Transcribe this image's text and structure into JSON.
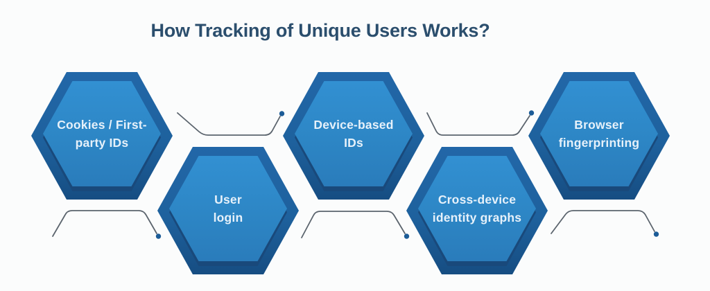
{
  "title": "How Tracking of Unique Users Works?",
  "hexagons": [
    {
      "name": "cookies-first-party-ids",
      "label": "Cookies / First-party IDs",
      "lines": [
        "Cookies / First-",
        "party IDs"
      ],
      "row": "top"
    },
    {
      "name": "user-login",
      "label": "User login",
      "lines": [
        "User",
        "login"
      ],
      "row": "bottom"
    },
    {
      "name": "device-based-ids",
      "label": "Device-based IDs",
      "lines": [
        "Device-based",
        "IDs"
      ],
      "row": "top"
    },
    {
      "name": "cross-device-identity-graphs",
      "label": "Cross-device identity graphs",
      "lines": [
        "Cross-device",
        "identity graphs"
      ],
      "row": "bottom"
    },
    {
      "name": "browser-fingerprinting",
      "label": "Browser fingerprinting",
      "lines": [
        "Browser",
        "fingerprinting"
      ],
      "row": "top"
    }
  ],
  "connectors": [
    {
      "between": [
        "Cookies / First-party IDs",
        "Device-based IDs"
      ],
      "shape": "valley",
      "dot_end": "right"
    },
    {
      "between": [
        "Cookies / First-party IDs",
        "User login"
      ],
      "shape": "hill",
      "dot_end": "right"
    },
    {
      "between": [
        "User login",
        "Cross-device identity graphs"
      ],
      "shape": "hill",
      "dot_end": "right"
    },
    {
      "between": [
        "Device-based IDs",
        "Browser fingerprinting"
      ],
      "shape": "valley",
      "dot_end": "right"
    },
    {
      "between": [
        "Cross-device identity graphs",
        "Browser fingerprinting"
      ],
      "shape": "hill",
      "dot_end": "right"
    }
  ],
  "colors": {
    "background": "#fbfcfc",
    "title_text": "#2b4e6d",
    "hex_border": "#1e619d",
    "hex_border_dark": "#164d82",
    "hex_fill": "#2d86c5",
    "hex_bevel_shadow": "#19497b",
    "label_text": "#e6f1fa",
    "connector_line": "#5b646d",
    "connector_dot": "#1c5c97"
  }
}
